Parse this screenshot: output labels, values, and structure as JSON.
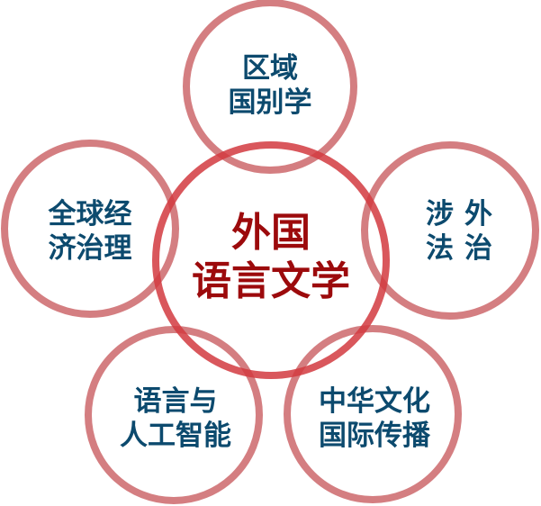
{
  "colors": {
    "outer_ring": "#c85a5e",
    "center_ring": "#d23a40",
    "outer_text": "#0c4a6e",
    "center_text": "#9c0a0c"
  },
  "center": {
    "line1": "外国",
    "line2": "语言文学"
  },
  "nodes": [
    {
      "id": "top",
      "line1": "区域",
      "line2": "国别学"
    },
    {
      "id": "left",
      "line1": "全球经",
      "line2": "济治理"
    },
    {
      "id": "right",
      "line1": "涉外",
      "line2": "法治"
    },
    {
      "id": "bottom-left",
      "line1": "语言与",
      "line2": "人工智能"
    },
    {
      "id": "bottom-right",
      "line1": "中华文化",
      "line2": "国际传播"
    }
  ]
}
